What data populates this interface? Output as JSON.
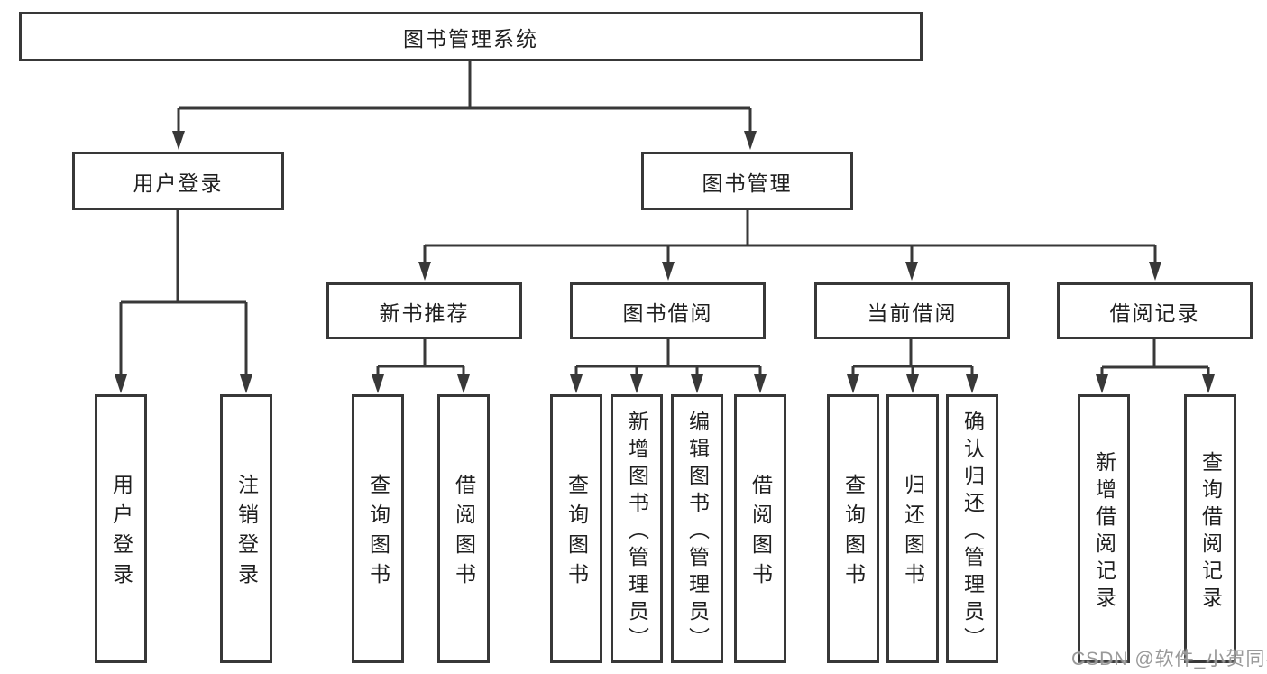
{
  "diagram": {
    "root": {
      "label": "图书管理系统"
    },
    "branches": [
      {
        "label": "用户登录",
        "leaves": [
          {
            "label": "用户登录"
          },
          {
            "label": "注销登录"
          }
        ]
      },
      {
        "label": "图书管理",
        "groups": [
          {
            "label": "新书推荐",
            "leaves": [
              {
                "label": "查询图书"
              },
              {
                "label": "借阅图书"
              }
            ]
          },
          {
            "label": "图书借阅",
            "leaves": [
              {
                "label": "查询图书"
              },
              {
                "label": "新增图书（管理员）"
              },
              {
                "label": "编辑图书（管理员）"
              },
              {
                "label": "借阅图书"
              }
            ]
          },
          {
            "label": "当前借阅",
            "leaves": [
              {
                "label": "查询图书"
              },
              {
                "label": "归还图书"
              },
              {
                "label": "确认归还（管理员）"
              }
            ]
          },
          {
            "label": "借阅记录",
            "leaves": [
              {
                "label": "新增借阅记录"
              },
              {
                "label": "查询借阅记录"
              }
            ]
          }
        ]
      }
    ]
  },
  "watermark": {
    "text": "CSDN @软件_小贺同学"
  },
  "colors": {
    "line": "#383838",
    "box_border": "#383838",
    "text": "#1f1f1f",
    "watermark": "#949494",
    "background": "#ffffff"
  }
}
